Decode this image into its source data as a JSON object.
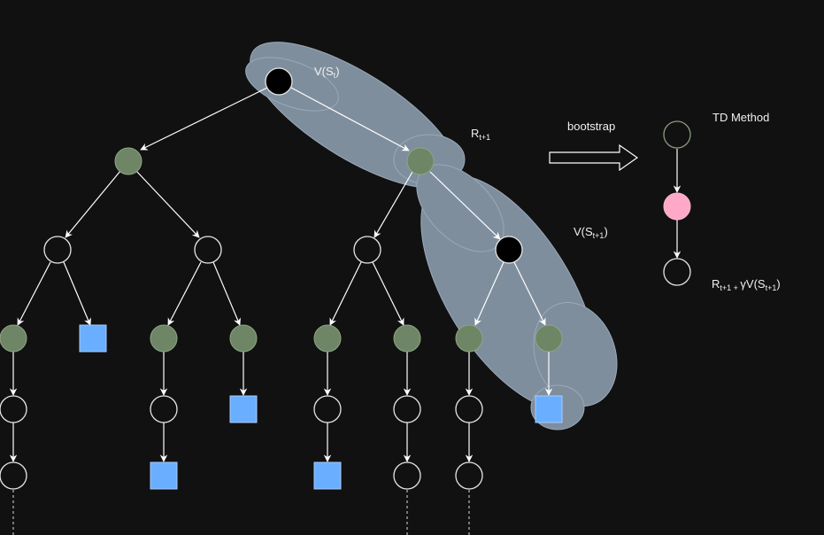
{
  "labels": {
    "v_st": {
      "pre": "V(S",
      "sub": "t",
      "post": ")"
    },
    "r_t1": {
      "pre": "R",
      "sub": "t+1",
      "post": ""
    },
    "v_st1": {
      "pre": "V(S",
      "sub": "t+1",
      "post": ")"
    },
    "bootstrap": "bootstrap",
    "td_method": "TD Method",
    "target": {
      "r": "R",
      "r_sub": "t+1",
      "plus": " + ",
      "gamma_v": "γV(S",
      "s_sub": "t+1",
      "close": ")"
    }
  },
  "colors": {
    "background": "#111111",
    "action_node": "#6e8566",
    "terminal": "#6aaeff",
    "highlight_blob": "#7f8e9d",
    "td_middle_node": "#ffa8c8",
    "edge": "#ffffff"
  },
  "legend": {
    "state_node": "hollow circle",
    "action_node": "green filled circle",
    "terminal_node": "blue square"
  }
}
